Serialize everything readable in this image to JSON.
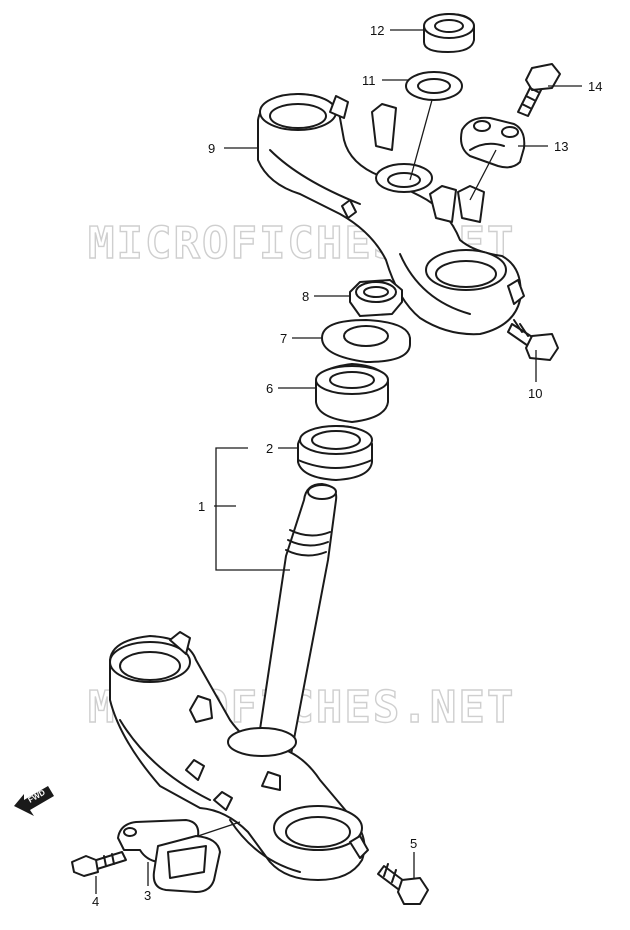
{
  "watermark": {
    "text": "MICROFICHES.NET",
    "color": "#cfcfcf"
  },
  "fwd_indicator": {
    "label": "FWD"
  },
  "callouts": [
    {
      "id": "12",
      "label": "12"
    },
    {
      "id": "11",
      "label": "11"
    },
    {
      "id": "14",
      "label": "14"
    },
    {
      "id": "9",
      "label": "9"
    },
    {
      "id": "13",
      "label": "13"
    },
    {
      "id": "8",
      "label": "8"
    },
    {
      "id": "7",
      "label": "7"
    },
    {
      "id": "10",
      "label": "10"
    },
    {
      "id": "6",
      "label": "6"
    },
    {
      "id": "2",
      "label": "2"
    },
    {
      "id": "1",
      "label": "1"
    },
    {
      "id": "5",
      "label": "5"
    },
    {
      "id": "4",
      "label": "4"
    },
    {
      "id": "3",
      "label": "3"
    }
  ],
  "colors": {
    "line": "#1a1a1a",
    "background": "#ffffff"
  }
}
